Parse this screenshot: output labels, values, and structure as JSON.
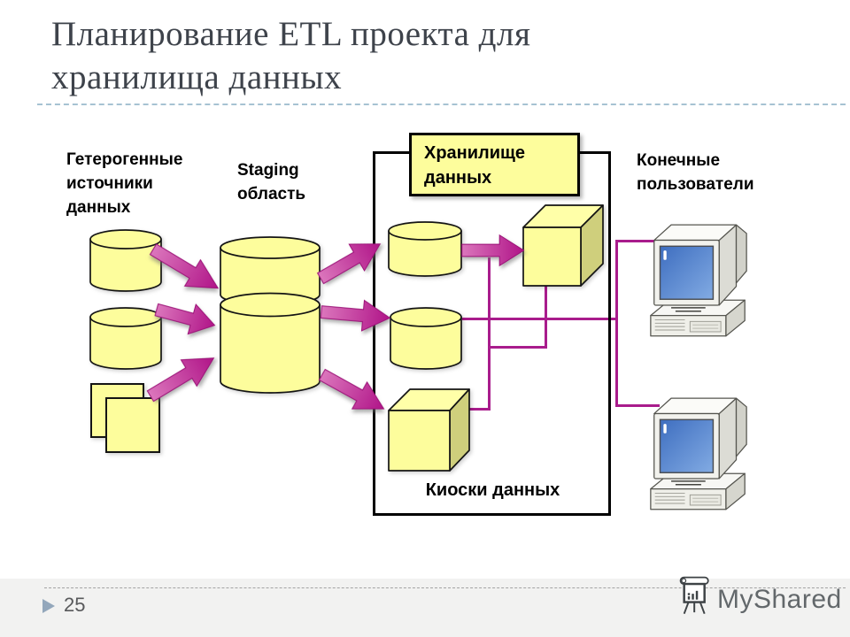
{
  "slide": {
    "title": {
      "text": "Планирование ETL проекта для хранилища данных",
      "lines": [
        "Планирование ETL проекта для",
        "хранилища данных"
      ]
    },
    "footer": {
      "page_number": "25",
      "logo_text": "MyShared"
    }
  },
  "diagram": {
    "labels": {
      "sources": {
        "text": "Гетерогенные источники данных",
        "lines": [
          "Гетерогенные",
          "источники",
          "данных"
        ]
      },
      "staging": {
        "text": "Staging область",
        "lines": [
          "Staging",
          "область"
        ]
      },
      "warehouse": {
        "text": "Хранилище данных",
        "lines": [
          "Хранилище",
          "данных"
        ]
      },
      "end_users": {
        "text": "Конечные пользователи",
        "lines": [
          "Конечные",
          "пользователи"
        ]
      },
      "data_marts": {
        "text": "Киоски данных"
      }
    },
    "colors": {
      "shape_fill": "#FDFD9C",
      "cube_top": "#FFFFA8",
      "cube_side": "#CFCF7C",
      "arrow_gradient_start": "#DB76BC",
      "arrow_gradient_end": "#B01488",
      "connector_line": "#A91C8C",
      "outline_black": "#141414",
      "monitor_screen_blue": "#4E7FD0",
      "title_text": "#3E434B",
      "divider_blue": "#A6C2D2"
    }
  }
}
